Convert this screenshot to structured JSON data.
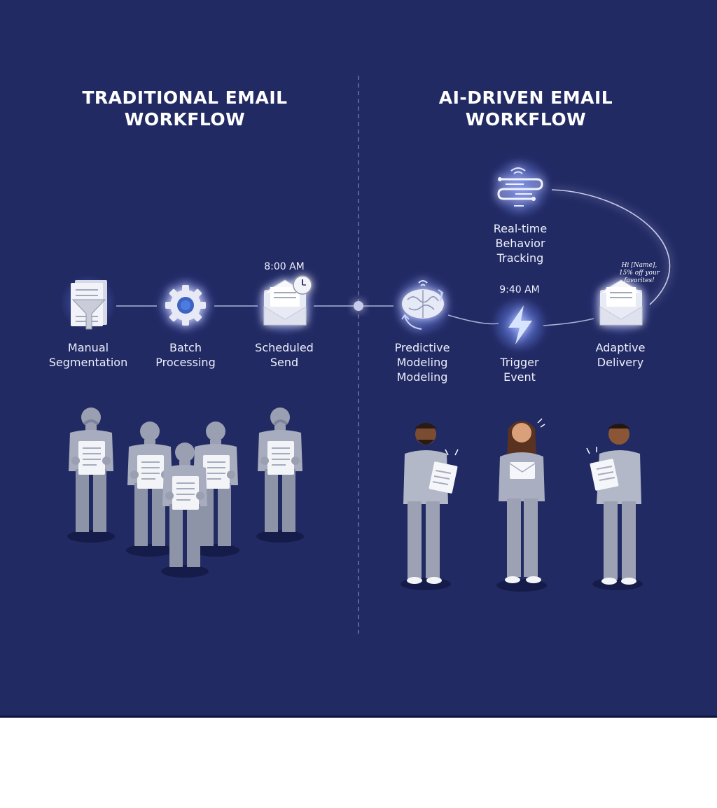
{
  "traditional": {
    "title_line1": "TRADITIONAL EMAIL",
    "title_line2": "WORKFLOW",
    "steps": [
      {
        "line1": "Manual",
        "line2": "Segmentation",
        "icon": "funnel-document-icon"
      },
      {
        "line1": "Batch",
        "line2": "Processing",
        "icon": "gear-icon"
      },
      {
        "line1": "Scheduled",
        "line2": "Send",
        "icon": "envelope-clock-icon"
      }
    ],
    "send_time": "8:00 AM"
  },
  "ai": {
    "title_line1": "AI-DRIVEN EMAIL",
    "title_line2": "WORKFLOW",
    "tracking": {
      "line1": "Real-time",
      "line2": "Behavior",
      "line3": "Tracking",
      "icon": "signal-stream-icon"
    },
    "steps": [
      {
        "line1": "Predictive",
        "line2": "Modeling",
        "line3": "Modeling",
        "icon": "brain-icon"
      },
      {
        "line1": "Trigger",
        "line2": "Event",
        "icon": "lightning-bolt-icon"
      },
      {
        "line1": "Adaptive",
        "line2": "Delivery",
        "icon": "envelope-icon"
      }
    ],
    "trigger_time": "9:40 AM",
    "email_preview": {
      "line1": "Hi [Name],",
      "line2": "15% off your",
      "line3": "favorites!"
    }
  },
  "colors": {
    "background": "#222a64",
    "accent_glow": "#8fb4ff",
    "figure_gray": "#9aa0b2"
  }
}
